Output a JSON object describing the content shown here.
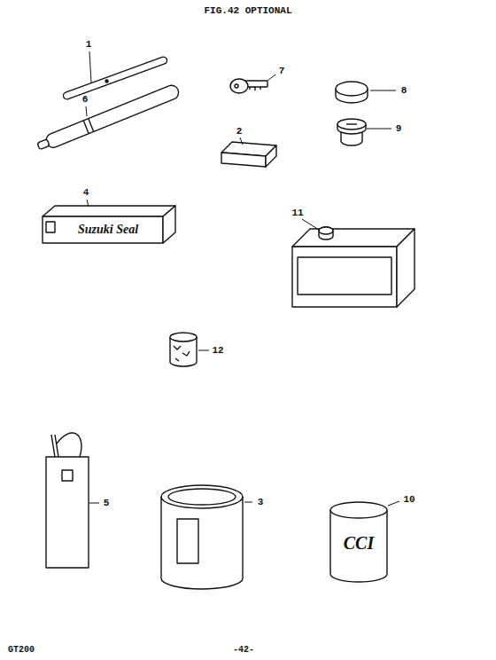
{
  "diagram": {
    "title": "FIG.42 OPTIONAL",
    "labels": [
      "1",
      "7",
      "8",
      "6",
      "9",
      "2",
      "4",
      "Suzuki Seal",
      "11",
      "12",
      "5",
      "3",
      "10",
      "CCI",
      "GT200",
      "-42-"
    ]
  }
}
